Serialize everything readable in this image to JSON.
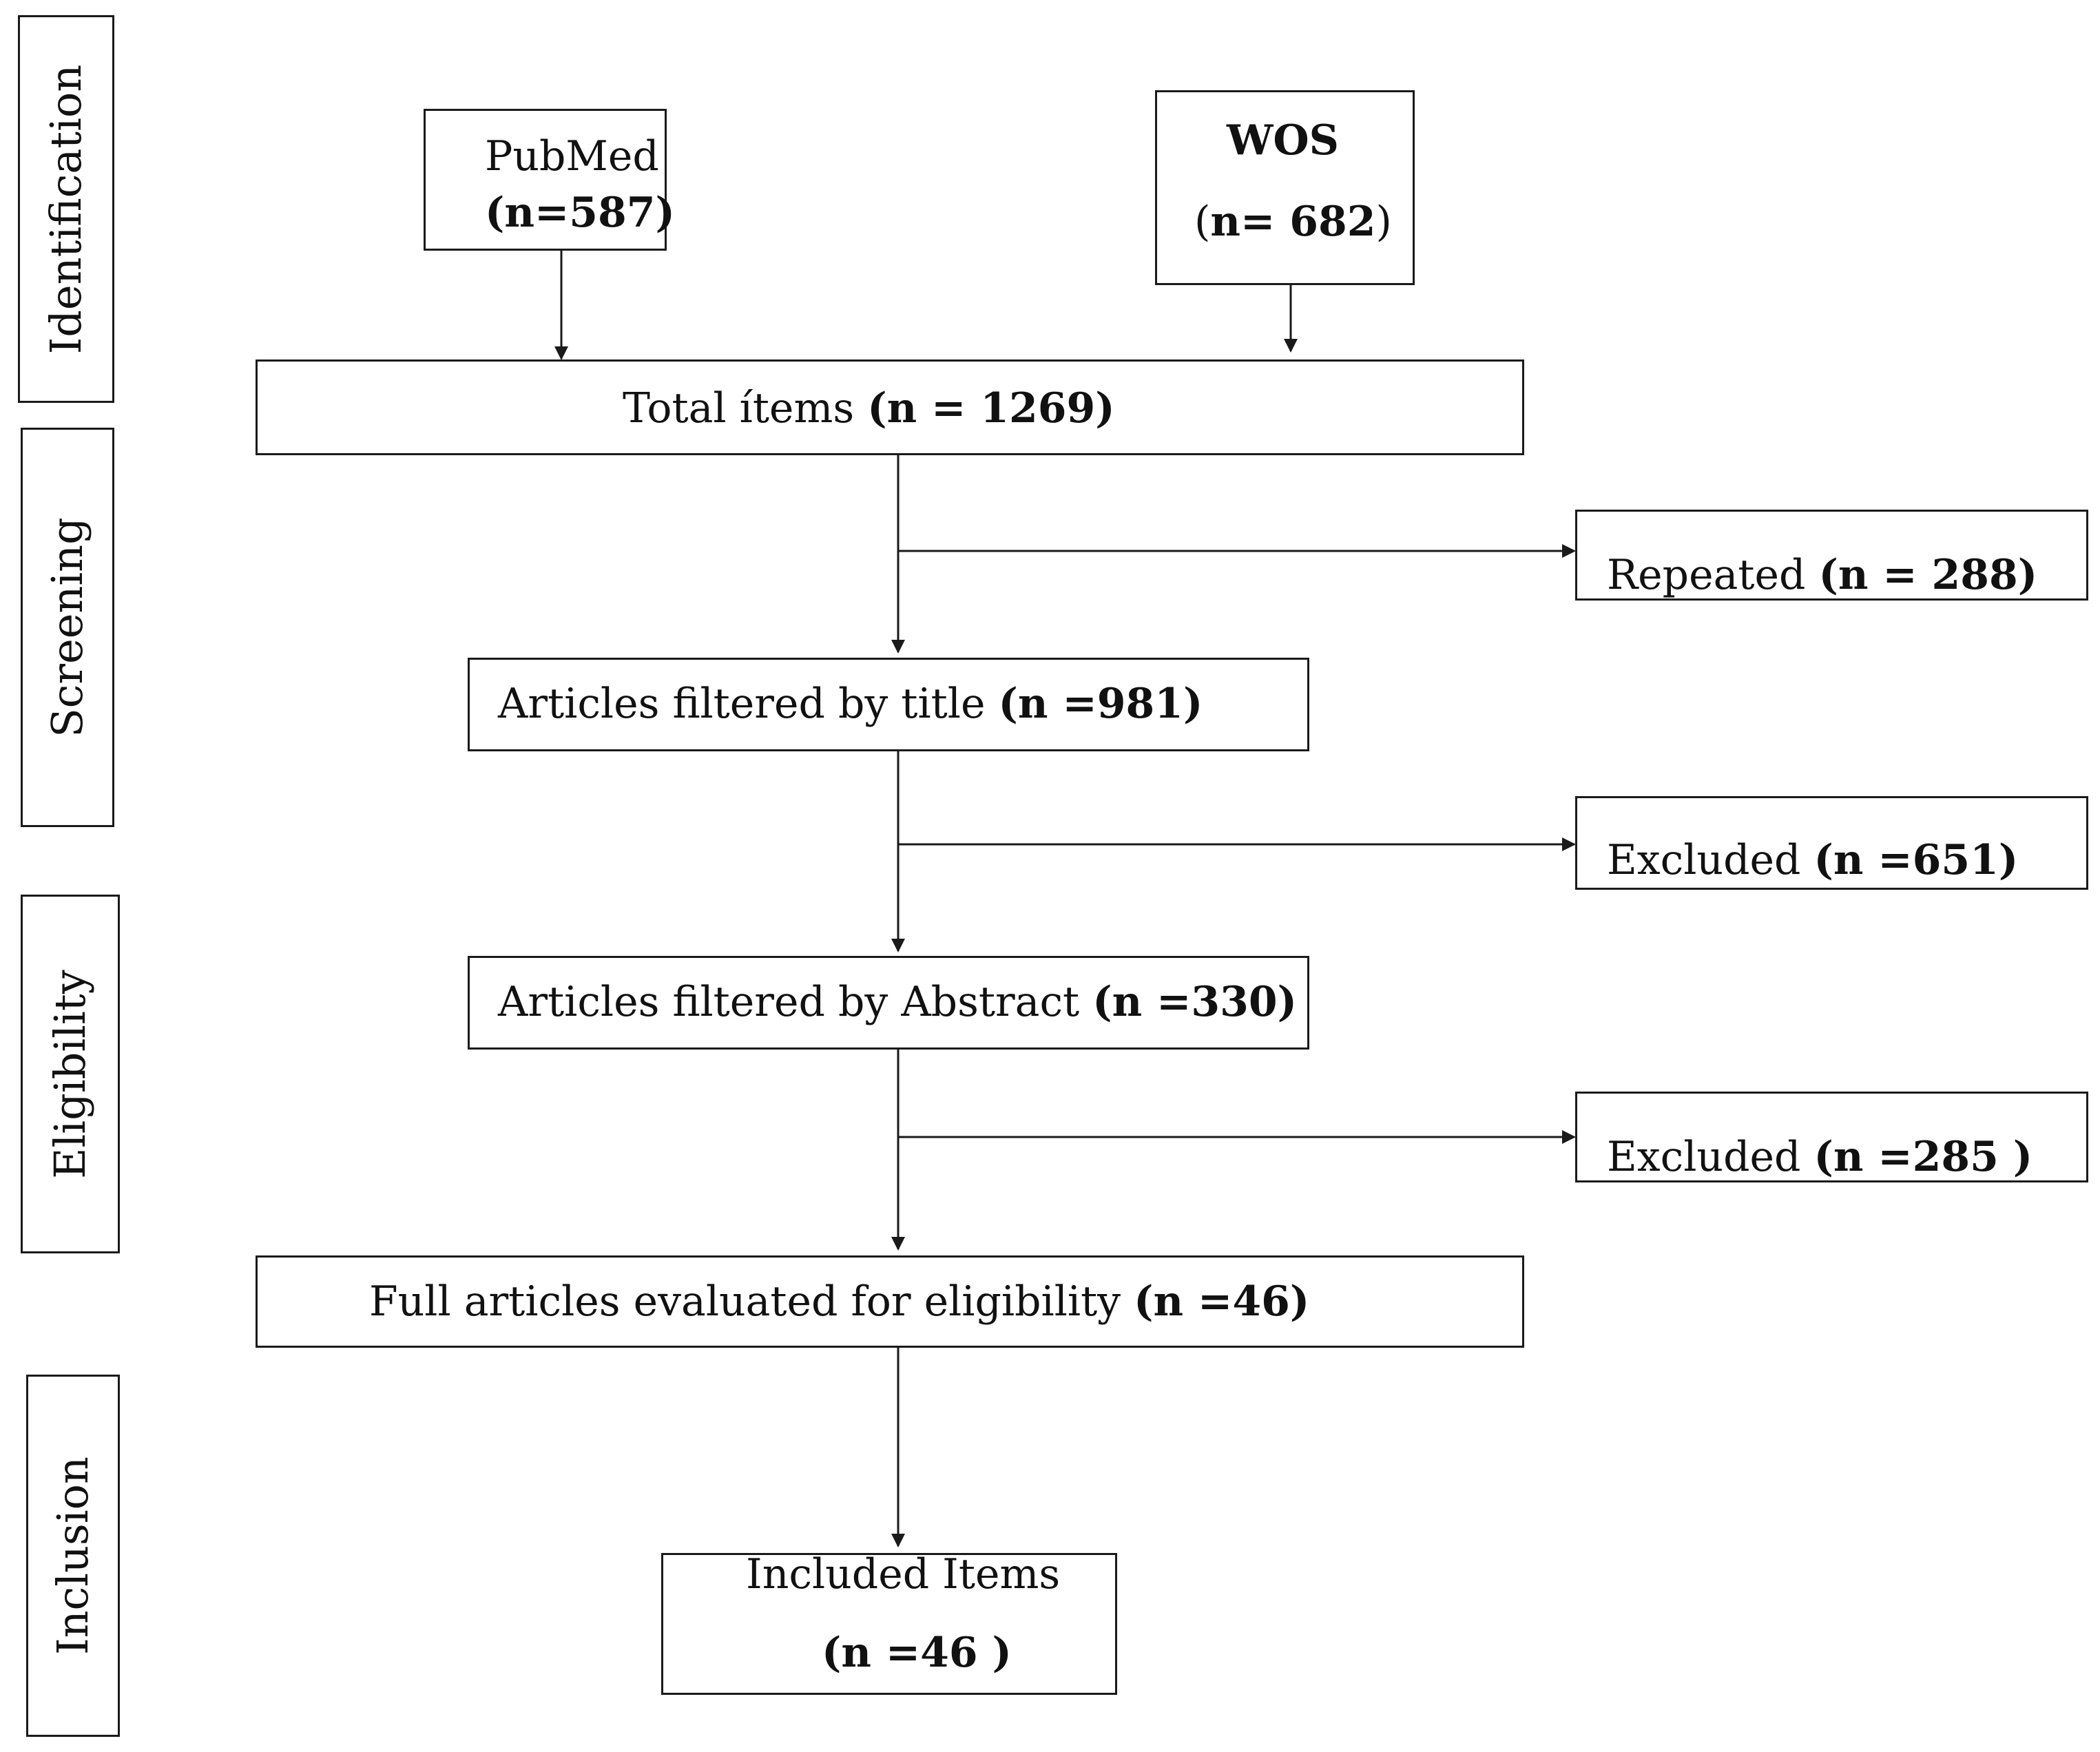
{
  "stages": [
    {
      "id": "identification",
      "label": "Identification"
    },
    {
      "id": "screening",
      "label": "Screening"
    },
    {
      "id": "eligibility",
      "label": "Eligibility"
    },
    {
      "id": "inclusion",
      "label": "Inclusion"
    }
  ],
  "sources": {
    "pubmed": {
      "name": "PubMed",
      "count": "(n=587)"
    },
    "wos": {
      "name": "WOS",
      "count_prefix": "(",
      "count_bold": "n= 682",
      "count_suffix": ")"
    }
  },
  "total": {
    "label": "Total ítems",
    "count": "(n = 1269)"
  },
  "repeated": {
    "label": "Repeated",
    "count": "(n = 288)"
  },
  "title_filter": {
    "label": "Articles filtered by title",
    "count": "(n =981)"
  },
  "excluded_title": {
    "label": "Excluded",
    "count": "(n =651)"
  },
  "abstract_filter": {
    "label": "Articles filtered by Abstract",
    "count": "(n =330)"
  },
  "excluded_abstract": {
    "label": "Excluded",
    "count": "(n =285 )"
  },
  "full_articles": {
    "label": "Full articles evaluated for eligibility",
    "count": "(n =46)"
  },
  "included": {
    "label": "Included Items",
    "count": "(n =46 )"
  }
}
